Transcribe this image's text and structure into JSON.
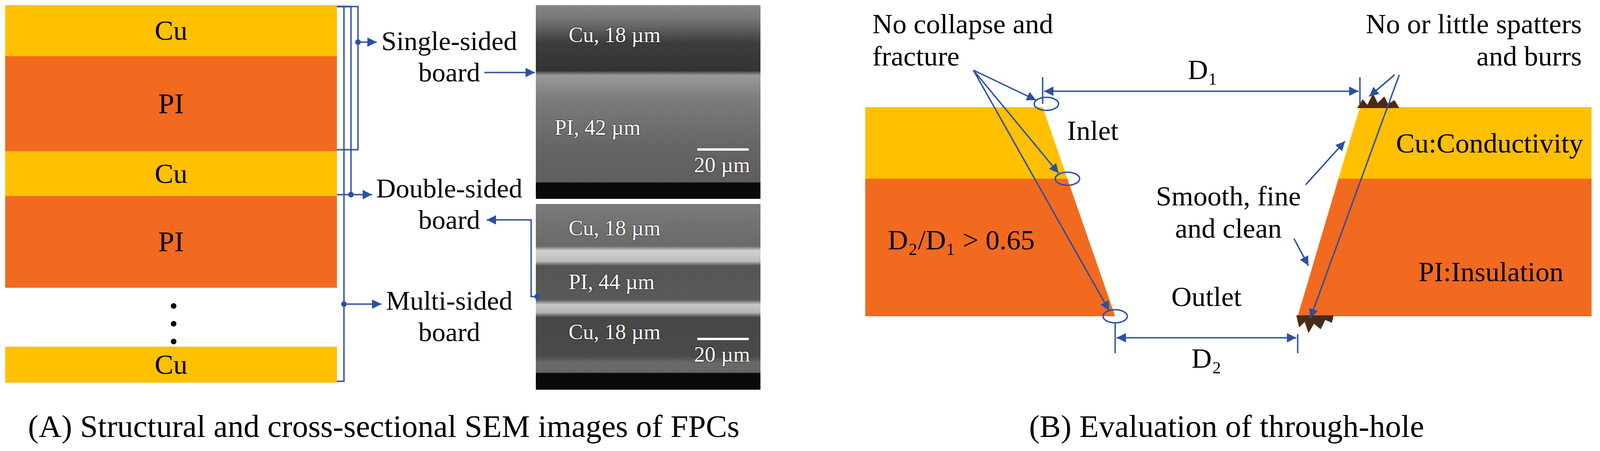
{
  "diagram": {
    "nodes": [
      {
        "text": [
          "Cu"
        ]
      },
      {
        "text": [
          "PI"
        ]
      },
      {
        "text": [
          "Cu"
        ]
      },
      {
        "text": [
          "PI"
        ]
      },
      {
        "text": [
          "Cu"
        ]
      },
      {
        "text": [
          "Cu, 18 µm",
          "PI, 42 µm",
          "20 µm"
        ]
      },
      {
        "text": [
          "Cu, 18 µm",
          "PI, 44 µm",
          "Cu, 18 µm",
          "20 µm"
        ]
      },
      {
        "text": [
          "D₂/D₁ > 0.65"
        ]
      },
      {
        "text": [
          "Cu:Conductivity"
        ]
      },
      {
        "text": [
          "PI:Insulation"
        ]
      }
    ],
    "labels": [
      "Single-sided board",
      "Double-sided board",
      "Multi-sided board",
      "(A) Structural and cross-sectional SEM images of FPCs",
      "No collapse and fracture",
      "D₁",
      "No or little spatters and burrs",
      "Inlet",
      "Smooth, fine and clean",
      "Outlet",
      "D₂",
      "(B) Evaluation of through-hole"
    ]
  }
}
